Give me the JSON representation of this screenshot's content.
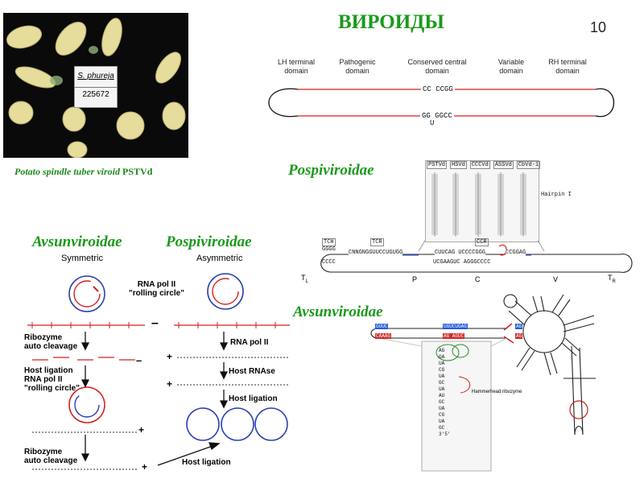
{
  "title": "ВИРОИДЫ",
  "page_number": "10",
  "photo": {
    "label_line1": "S. phureja",
    "label_line2": "225672",
    "caption_italic": "Potato spindle tuber viroid",
    "caption_abbrev": "PSTVd"
  },
  "domains": {
    "lh": "LH terminal domain",
    "pathogenic": "Pathogenic domain",
    "central": "Conserved central domain",
    "variable": "Variable domain",
    "rh": "RH terminal domain",
    "top_seq": "CC CCGG",
    "bottom_seq": "GG GGCC",
    "bulge": "U"
  },
  "pospi_structure": {
    "heading": "Pospiviroidae",
    "columns": [
      "PSTVd",
      "HSVd",
      "CCCVd",
      "ASSVd",
      "CbVd-1"
    ],
    "hairpin": "Hairpin I",
    "tch": "TCH",
    "tcr": "TCR",
    "ccr": "CCR",
    "seq_tcr": "CNNGNGGUUCCUGUGG",
    "seq_ccr_top": "CUUCAG UCCCCGGG",
    "seq_ccr_bottom": "UCGAAGUC AGGGCCCC",
    "seq_cccc": "CCCC",
    "seq_gggg": "GGGG",
    "seq_ccgg": "CCGGAG",
    "tl": "T",
    "tl_sub": "L",
    "p": "P",
    "c": "C",
    "v": "V",
    "tr": "T",
    "tr_sub": "R"
  },
  "avsun_structure": {
    "heading": "Avsunviroidae",
    "hammerhead": "Hammerhead ribozyme",
    "box1": "UGUCUGAG",
    "box2": "AG",
    "box3": "GUUC",
    "box4": "AG AGUC",
    "box5": "CAAAG",
    "stem_letters": [
      "AG",
      "GA",
      "UA",
      "CG",
      "UA",
      "GC",
      "UA",
      "AU",
      "GC",
      "UA",
      "CG",
      "UA",
      "GC"
    ],
    "end_label": "3'5'"
  },
  "replication": {
    "avsun_heading": "Avsunviroidae",
    "avsun_sub": "Symmetric",
    "pospi_heading": "Pospiviroidae",
    "pospi_sub": "Asymmetric",
    "rna_pol_center": "RNA pol II\n\"rolling circle\"",
    "ribozyme1": "Ribozyme\nauto cleavage",
    "host_ligation_left": "Host ligation\nRNA pol II\n\"rolling circle\"",
    "ribozyme2": "Ribozyme\nauto cleavage",
    "host_ligation_bottom": "Host ligation",
    "rna_pol_right": "RNA pol II",
    "host_rnase": "Host RNAse",
    "host_ligation_right": "Host ligation",
    "minus": "–",
    "plus": "+"
  },
  "colors": {
    "green": "#1a9a1a",
    "red": "#d42020",
    "blue": "#2a3fb0"
  }
}
